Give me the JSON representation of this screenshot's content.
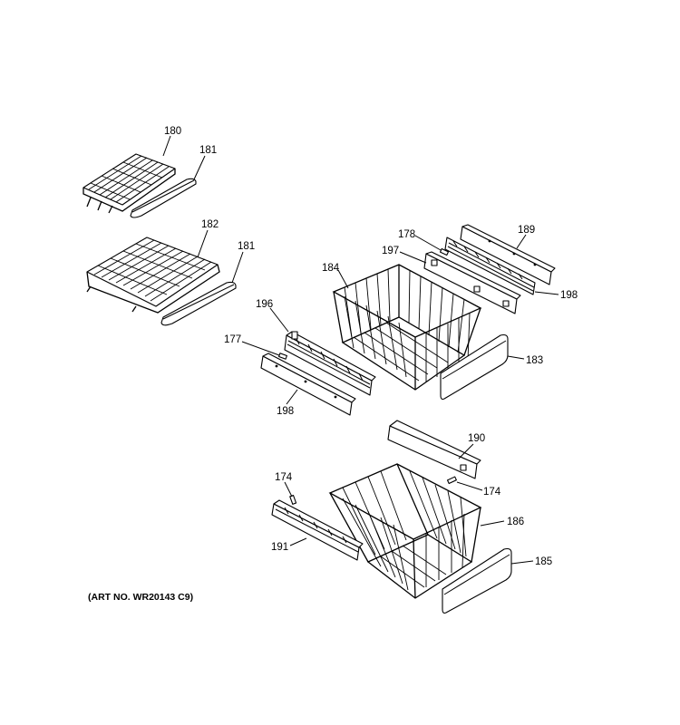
{
  "art_number": "(ART NO. WR20143 C9)",
  "callouts": {
    "c180": "180",
    "c181_top": "181",
    "c182": "182",
    "c181_mid": "181",
    "c178": "178",
    "c189": "189",
    "c197": "197",
    "c184": "184",
    "c198_right": "198",
    "c196": "196",
    "c177": "177",
    "c183": "183",
    "c198_left": "198",
    "c190": "190",
    "c174_right": "174",
    "c174_left": "174",
    "c186": "186",
    "c191": "191",
    "c185": "185"
  }
}
